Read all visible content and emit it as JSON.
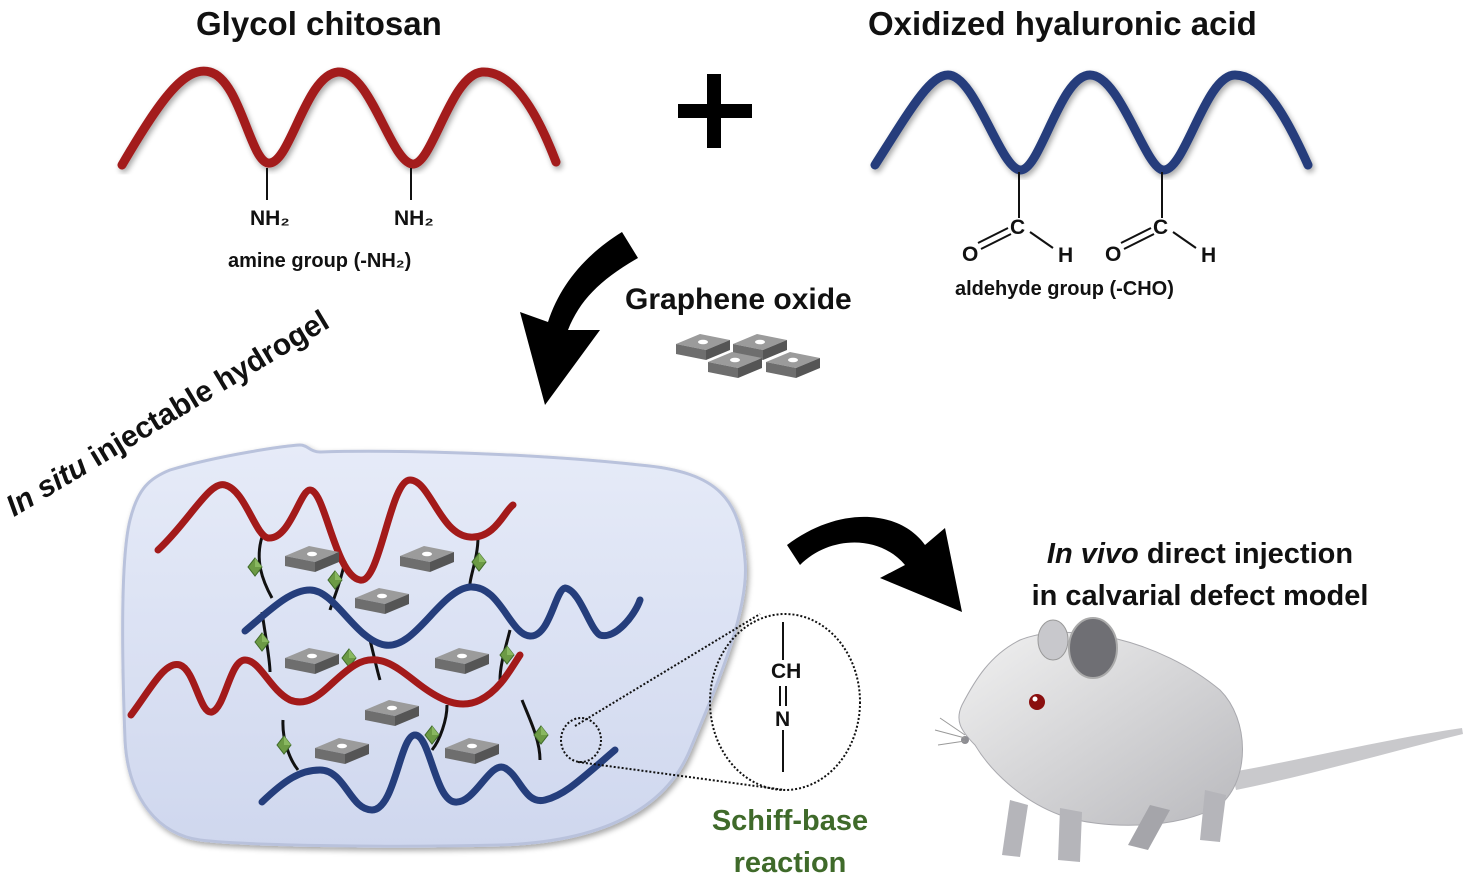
{
  "reactants": {
    "left": {
      "name": "Glycol chitosan",
      "group_symbol": "NH₂",
      "group_label": "amine group (-NH₂)",
      "color": "#a31a1a"
    },
    "operator": "plus",
    "right": {
      "name": "Oxidized hyaluronic acid",
      "group_atoms": {
        "c": "C",
        "o": "O",
        "h": "H"
      },
      "group_label": "aldehyde group (-CHO)",
      "color": "#253e7c"
    }
  },
  "additive": {
    "name": "Graphene oxide",
    "icon": "graphene-sheet-icon",
    "color": "#8a8a8a"
  },
  "product": {
    "label_italic": "In situ",
    "label_rest": " injectable hydrogel",
    "gel_color": "#dde3f4",
    "crosslink_color": "#5a8a3a"
  },
  "reaction": {
    "bond_top": "CH",
    "bond_bottom": "N",
    "label_line1": "Schiff-base",
    "label_line2": "reaction",
    "label_color": "#3f6a2a"
  },
  "application": {
    "line1_italic": "In vivo",
    "line1_rest": " direct injection",
    "line2": "in calvarial defect model",
    "subject": "mouse"
  }
}
